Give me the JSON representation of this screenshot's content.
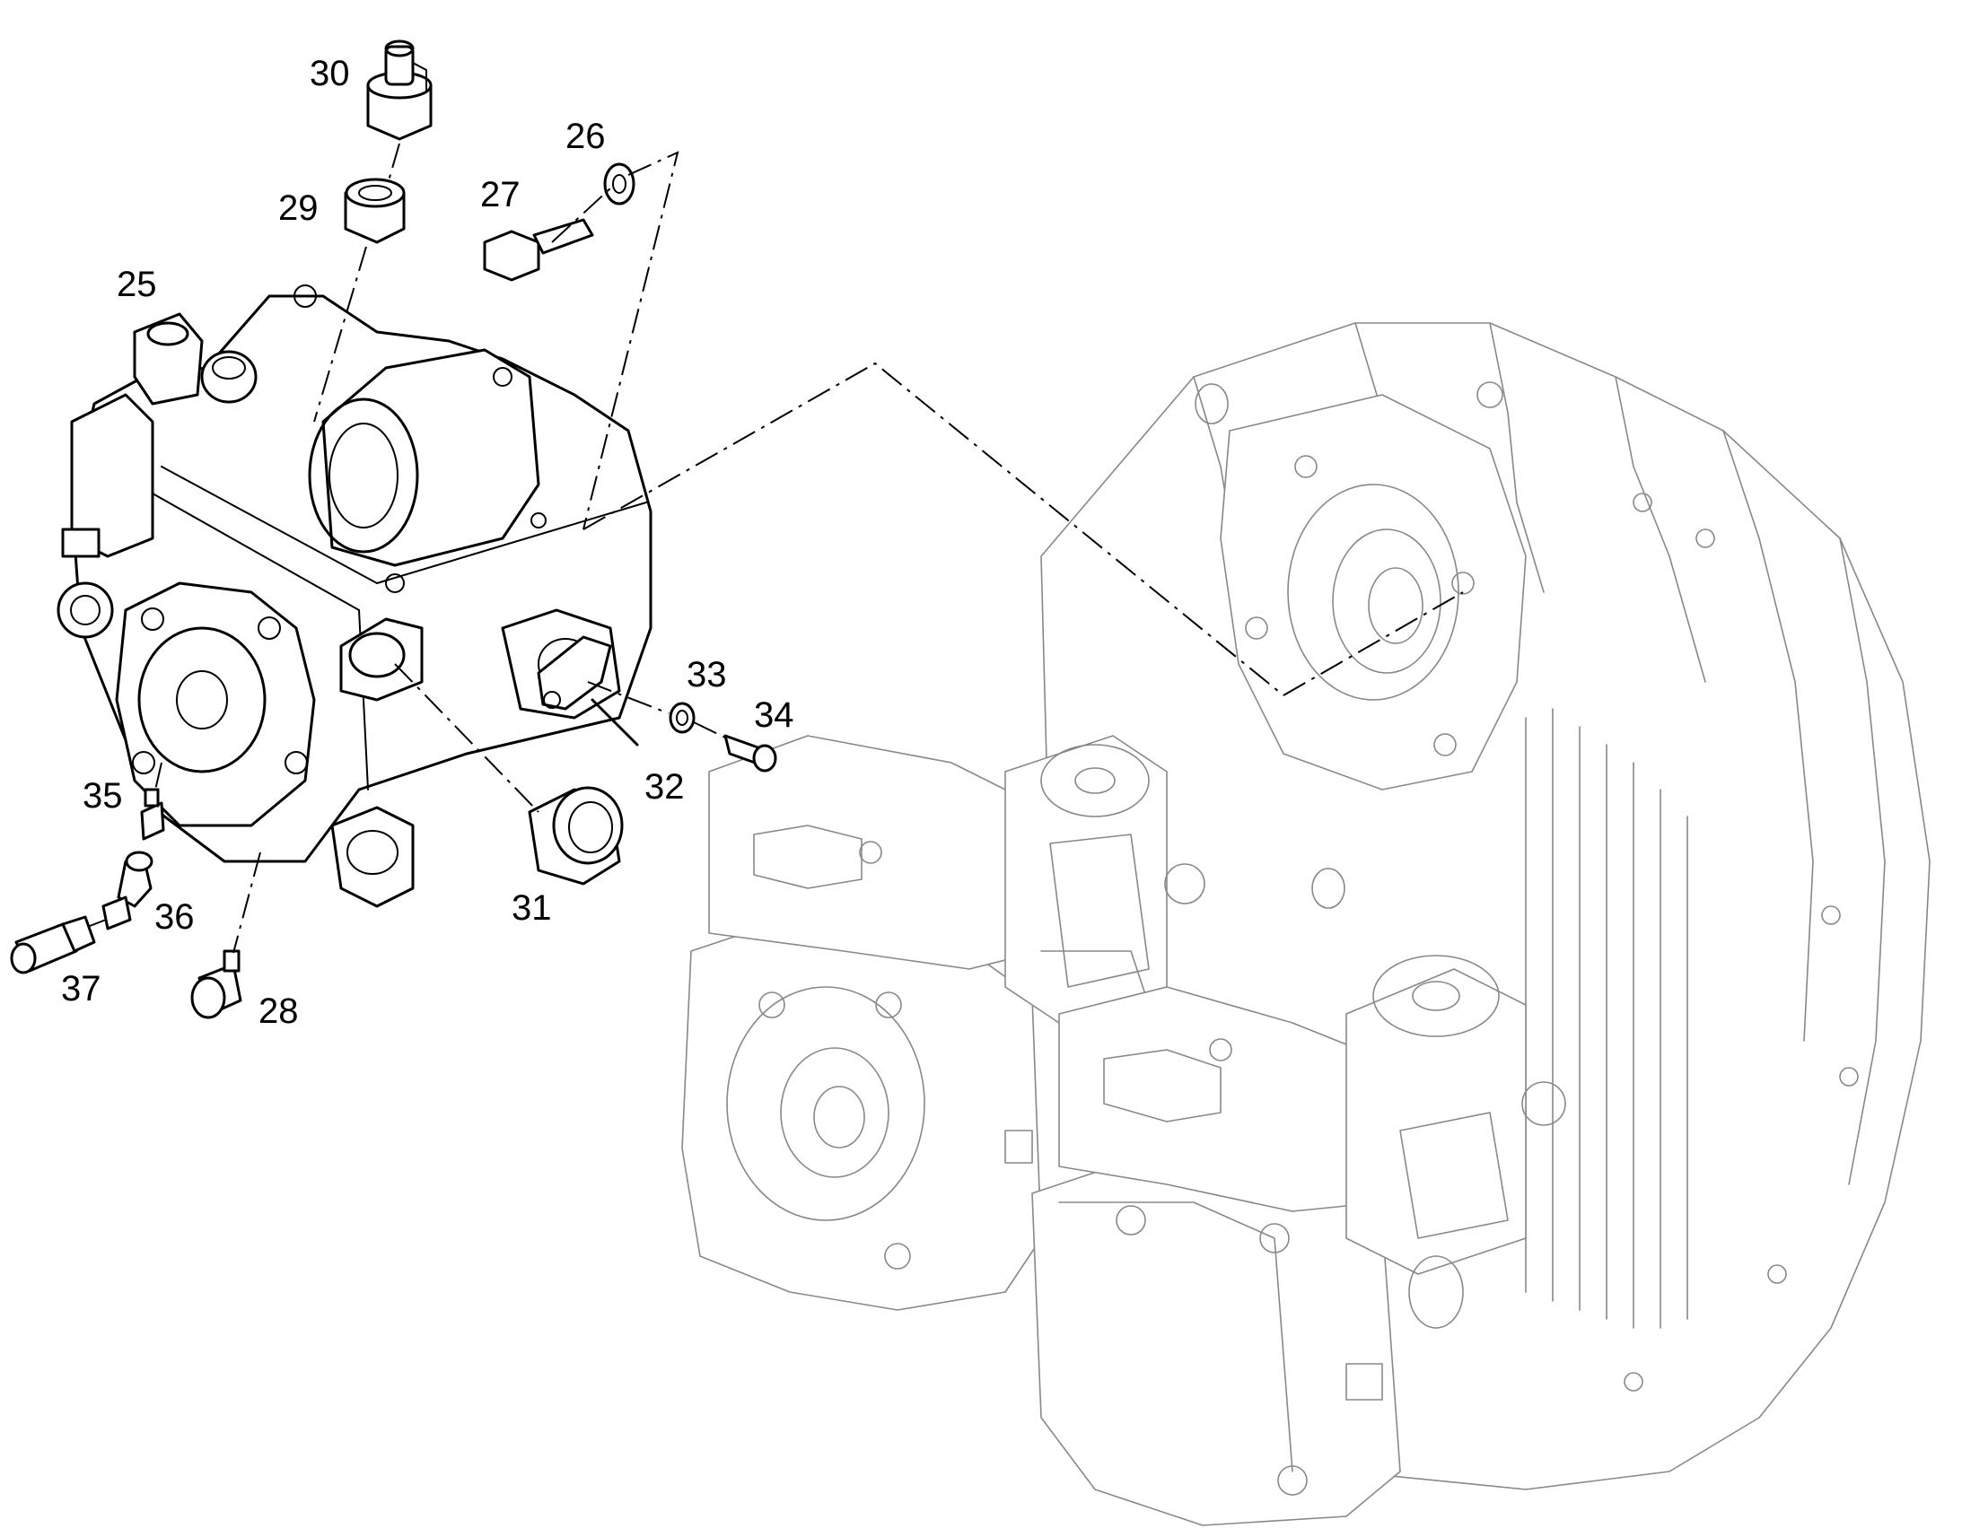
{
  "callouts": [
    {
      "id": "25",
      "text": "25"
    },
    {
      "id": "26",
      "text": "26"
    },
    {
      "id": "27",
      "text": "27"
    },
    {
      "id": "28",
      "text": "28"
    },
    {
      "id": "29",
      "text": "29"
    },
    {
      "id": "30",
      "text": "30"
    },
    {
      "id": "31",
      "text": "31"
    },
    {
      "id": "32",
      "text": "32"
    },
    {
      "id": "33",
      "text": "33"
    },
    {
      "id": "34",
      "text": "34"
    },
    {
      "id": "35",
      "text": "35"
    },
    {
      "id": "36",
      "text": "36"
    },
    {
      "id": "37",
      "text": "37"
    }
  ],
  "colors": {
    "detail_stroke": "#000000",
    "assembly_stroke": "#888888",
    "background": "#ffffff"
  }
}
